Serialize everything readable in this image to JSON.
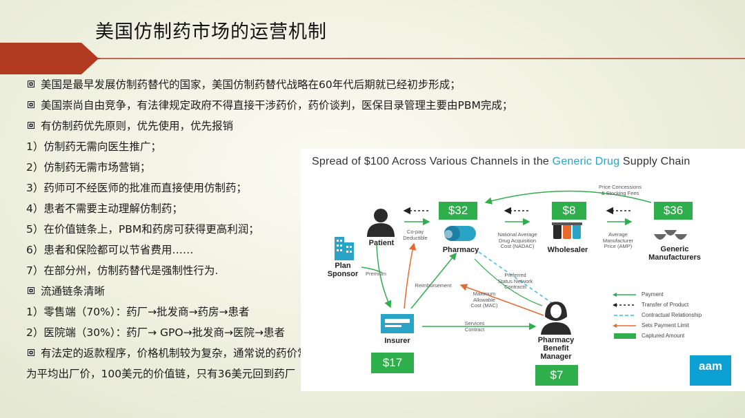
{
  "slide": {
    "title": "美国仿制药市场的运营机制",
    "bullets": [
      {
        "box": true,
        "text": "美国是最早发展仿制药替代的国家，美国仿制药替代战略在60年代后期就已经初步形成；"
      },
      {
        "box": true,
        "text": "美国崇尚自由竞争，有法律规定政府不得直接干涉药价，药价谈判，医保目录管理主要由PBM完成；"
      },
      {
        "box": true,
        "text": "有仿制药优先原则，优先使用，优先报销"
      },
      {
        "box": false,
        "text": "1）仿制药无需向医生推广；"
      },
      {
        "box": false,
        "text": "2）仿制药无需市场营销；"
      },
      {
        "box": false,
        "text": "3）药师可不经医师的批准而直接使用仿制药；"
      },
      {
        "box": false,
        "text": "4）患者不需要主动理解仿制药；"
      },
      {
        "box": false,
        "text": "5）在价值链条上，PBM和药房可获得更高利润；"
      },
      {
        "box": false,
        "text": "6）患者和保险都可以节省费用……"
      },
      {
        "box": false,
        "text": "7）在部分州，仿制药替代是强制性行为."
      },
      {
        "box": true,
        "text": "流通链条清晰"
      },
      {
        "box": false,
        "text": "1）零售端（70%）：药厂→批发商→药房→患者"
      },
      {
        "box": false,
        "text": "2）医院端（30%）：药厂→ GPO→批发商→医院→患者"
      },
      {
        "box": true,
        "text": "有法定的返款程序，价格机制较为复杂，通常说的药价常"
      },
      {
        "box": false,
        "text": "为平均出厂价，100美元的价值链，只有36美元回到药厂"
      }
    ]
  },
  "diagram": {
    "title_pre": "Spread of $100 Across Various Channels in the ",
    "title_highlight": "Generic Drug",
    "title_post": " Supply Chain",
    "highlight_color": "#29a4c6",
    "nodes": {
      "plan_sponsor": "Plan\nSponsor",
      "patient": "Patient",
      "pharmacy": "Pharmacy",
      "wholesaler": "Wholesaler",
      "manufacturers": "Generic\nManufacturers",
      "insurer": "Insurer",
      "pbm": "Pharmacy\nBenefit\nManager"
    },
    "amounts": {
      "pharmacy": "$32",
      "wholesaler": "$8",
      "manufacturers": "$36",
      "insurer": "$17",
      "pbm": "$7"
    },
    "labels": {
      "price_concessions": "Price Concessions\n& Stocking Fees",
      "copay": "Co-pay\nDeductible",
      "nadac": "National Average\nDrug Acquisition\nCost (NADAC)",
      "amp": "Average\nManufacturer\nPrice (AMP)",
      "premium": "Premium",
      "reimbursement": "Reimbursement",
      "preferred": "Preferred\nStatus Network\nContracts",
      "mac": "Maximum\nAllowable\nCost (MAC)",
      "services": "Services\nContract"
    },
    "legend": [
      {
        "type": "payment",
        "label": "Payment"
      },
      {
        "type": "transfer",
        "label": "Transfer of Product"
      },
      {
        "type": "contractual",
        "label": "Contractual Relationship"
      },
      {
        "type": "limit",
        "label": "Sets Payment Limit"
      },
      {
        "type": "captured",
        "label": "Captured Amount"
      }
    ],
    "logo": "aam",
    "colors": {
      "green": "#2fae4c",
      "orange": "#e8692e",
      "blue": "#5bc2e7",
      "dark": "#222222",
      "icon_blue": "#29a4c6"
    }
  }
}
